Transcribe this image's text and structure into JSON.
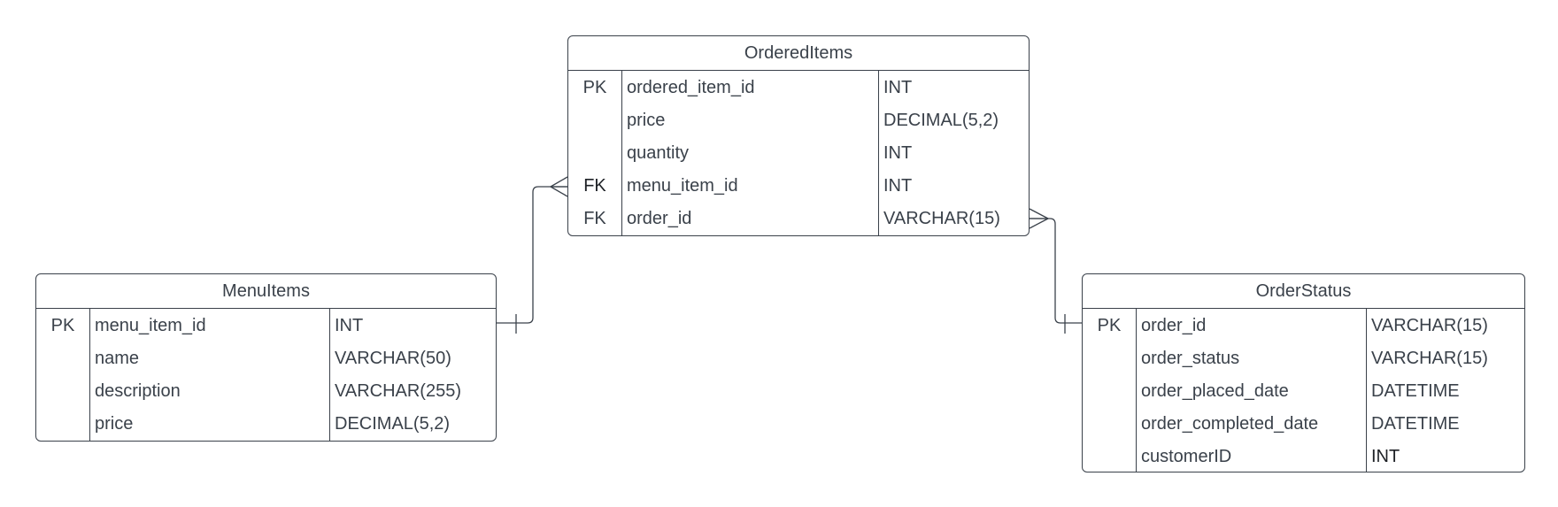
{
  "entities": [
    {
      "id": "OrderedItems",
      "title": "OrderedItems",
      "rows": [
        {
          "key": "PK",
          "name": "ordered_item_id",
          "type": "INT"
        },
        {
          "key": "",
          "name": "price",
          "type": "DECIMAL(5,2)"
        },
        {
          "key": "",
          "name": "quantity",
          "type": "INT"
        },
        {
          "key": "FK",
          "name": "menu_item_id",
          "type": "INT"
        },
        {
          "key": "FK",
          "name": "order_id",
          "type": "VARCHAR(15)"
        }
      ]
    },
    {
      "id": "MenuItems",
      "title": "MenuItems",
      "rows": [
        {
          "key": "PK",
          "name": "menu_item_id",
          "type": "INT"
        },
        {
          "key": "",
          "name": "name",
          "type": "VARCHAR(50)"
        },
        {
          "key": "",
          "name": "description",
          "type": "VARCHAR(255)"
        },
        {
          "key": "",
          "name": "price",
          "type": "DECIMAL(5,2)"
        }
      ]
    },
    {
      "id": "OrderStatus",
      "title": "OrderStatus",
      "rows": [
        {
          "key": "PK",
          "name": "order_id",
          "type": "VARCHAR(15)"
        },
        {
          "key": "",
          "name": "order_status",
          "type": "VARCHAR(15)"
        },
        {
          "key": "",
          "name": "order_placed_date",
          "type": "DATETIME"
        },
        {
          "key": "",
          "name": "order_completed_date",
          "type": "DATETIME"
        },
        {
          "key": "",
          "name": "customerID",
          "type": "INT"
        }
      ]
    }
  ],
  "relationships": [
    {
      "from": "MenuItems",
      "from_end": "one",
      "to": "OrderedItems",
      "to_end": "many",
      "via": "menu_item_id"
    },
    {
      "from": "OrderStatus",
      "from_end": "one",
      "to": "OrderedItems",
      "to_end": "many",
      "via": "order_id"
    }
  ],
  "colors": {
    "stroke": "#3a414a",
    "text": "#3a414a",
    "text_dark": "#1e2126",
    "background": "#ffffff"
  }
}
